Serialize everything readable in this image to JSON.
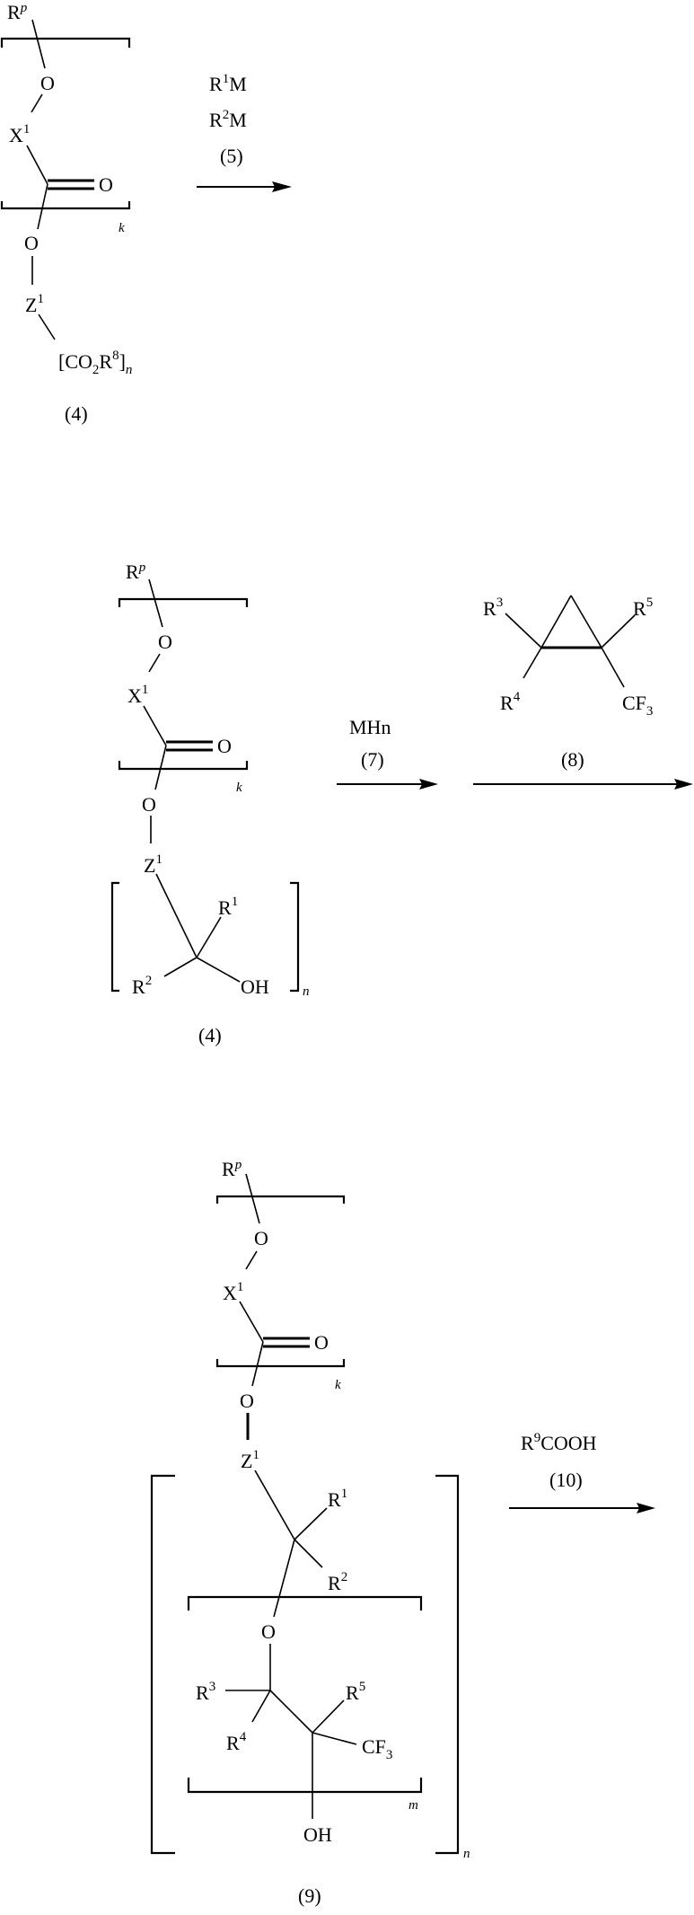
{
  "scheme": {
    "step1": {
      "reactant": {
        "compound_label": "(4)",
        "pendant_group": {
          "base": "R",
          "sup": "p"
        },
        "linker": {
          "base": "X",
          "sup": "1"
        },
        "ether_oxygen": "O",
        "carbonyl_oxygen": "O",
        "ester_oxygen": "O",
        "repeat_index": "k",
        "spacer": {
          "base": "Z",
          "sup": "1"
        },
        "ester_group": {
          "open": "[CO",
          "sub1": "2",
          "mid": "R",
          "sup": "8",
          "close": "]",
          "index": "n"
        }
      },
      "reagents": {
        "line1": {
          "base": "R",
          "sup": "1",
          "tail": "M"
        },
        "line2": {
          "base": "R",
          "sup": "2",
          "tail": "M"
        },
        "label": "(5)"
      }
    },
    "step2": {
      "reactant": {
        "compound_label": "(4)",
        "pendant_group": {
          "base": "R",
          "sup": "p"
        },
        "linker": {
          "base": "X",
          "sup": "1"
        },
        "ether_oxygen": "O",
        "carbonyl_oxygen": "O",
        "ester_oxygen": "O",
        "repeat_index": "k",
        "spacer": {
          "base": "Z",
          "sup": "1"
        },
        "sub_r1": {
          "base": "R",
          "sup": "1"
        },
        "sub_r2": {
          "base": "R",
          "sup": "2"
        },
        "hydroxyl": "OH",
        "bracket_index": "n"
      },
      "reagent_a": {
        "formula": "MHn",
        "label": "(7)"
      },
      "reagent_b": {
        "label": "(8)",
        "r3": {
          "base": "R",
          "sup": "3"
        },
        "r4": {
          "base": "R",
          "sup": "4"
        },
        "r5": {
          "base": "R",
          "sup": "5"
        },
        "cf3": {
          "base": "CF",
          "sub": "3"
        }
      }
    },
    "step3": {
      "product": {
        "compound_label": "(9)",
        "pendant_group": {
          "base": "R",
          "sup": "p"
        },
        "linker": {
          "base": "X",
          "sup": "1"
        },
        "ether_oxygen": "O",
        "carbonyl_oxygen": "O",
        "ester_oxygen": "O",
        "repeat_index": "k",
        "spacer": {
          "base": "Z",
          "sup": "1"
        },
        "sub_r1": {
          "base": "R",
          "sup": "1"
        },
        "sub_r2": {
          "base": "R",
          "sup": "2"
        },
        "inner_oxygen": "O",
        "sub_r3": {
          "base": "R",
          "sup": "3"
        },
        "sub_r4": {
          "base": "R",
          "sup": "4"
        },
        "sub_r5": {
          "base": "R",
          "sup": "5"
        },
        "cf3": {
          "base": "CF",
          "sub": "3"
        },
        "hydroxyl": "OH",
        "inner_index": "m",
        "outer_index": "n"
      },
      "reagents": {
        "formula": {
          "base": "R",
          "sup": "9",
          "tail": "COOH"
        },
        "label": "(10)"
      }
    }
  }
}
